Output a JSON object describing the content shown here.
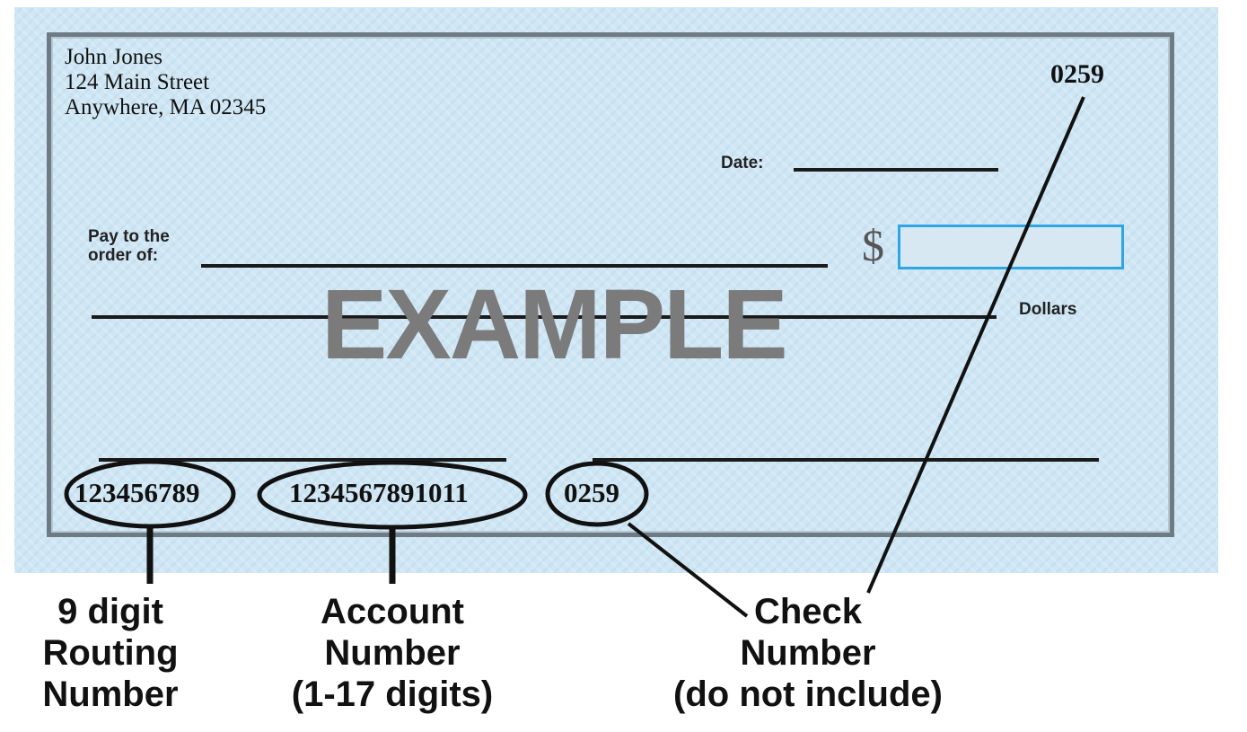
{
  "check": {
    "owner": {
      "name": "John Jones",
      "street": "124 Main Street",
      "city_state_zip": "Anywhere, MA 02345"
    },
    "check_number_top": "0259",
    "date_label": "Date:",
    "pay_to_label_line1": "Pay to the",
    "pay_to_label_line2": "order of:",
    "currency_symbol": "$",
    "dollars_label": "Dollars",
    "watermark": "EXAMPLE",
    "micr": {
      "routing_number": "123456789",
      "account_number": "1234567891011",
      "check_number": "0259"
    }
  },
  "captions": {
    "routing": [
      "9 digit",
      "Routing",
      "Number"
    ],
    "account": [
      "Account",
      "Number",
      "(1-17 digits)"
    ],
    "check": [
      "Check",
      "Number",
      "(do not include)"
    ]
  },
  "colors": {
    "check_background": "#cfe6f4",
    "frame": "#6e7b85",
    "amount_box_border": "#2ea6e6",
    "watermark": "#7b7b7b",
    "ink": "#111111"
  }
}
